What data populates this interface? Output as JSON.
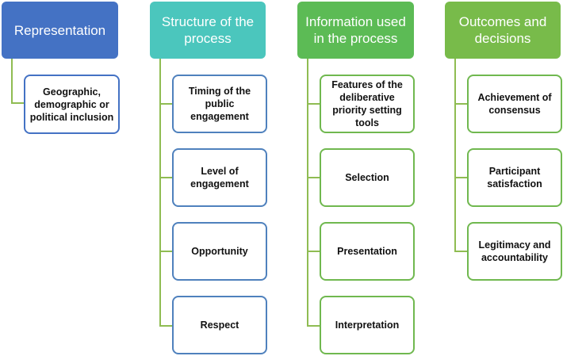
{
  "colors": {
    "blue_head": "#4472c4",
    "teal_head": "#4bc6bd",
    "green_head": "#5cbb55",
    "lime_head": "#78bb4a",
    "blue_line": "#8fbc52",
    "blue_border": "#4472c4",
    "teal_border": "#4f81bd",
    "green_border": "#70b84f",
    "lime_border": "#70b84f"
  },
  "columns": [
    {
      "header": "Representation",
      "items": [
        "Geographic, demographic or political inclusion"
      ]
    },
    {
      "header": "Structure of the process",
      "items": [
        "Timing of the public engagement",
        "Level of engagement",
        "Opportunity",
        "Respect"
      ]
    },
    {
      "header": "Information used in the process",
      "items": [
        "Features of the deliberative priority setting tools",
        "Selection",
        "Presentation",
        "Interpretation"
      ]
    },
    {
      "header": "Outcomes and decisions",
      "items": [
        "Achievement of consensus",
        "Participant satisfaction",
        "Legitimacy and accountability"
      ]
    }
  ]
}
